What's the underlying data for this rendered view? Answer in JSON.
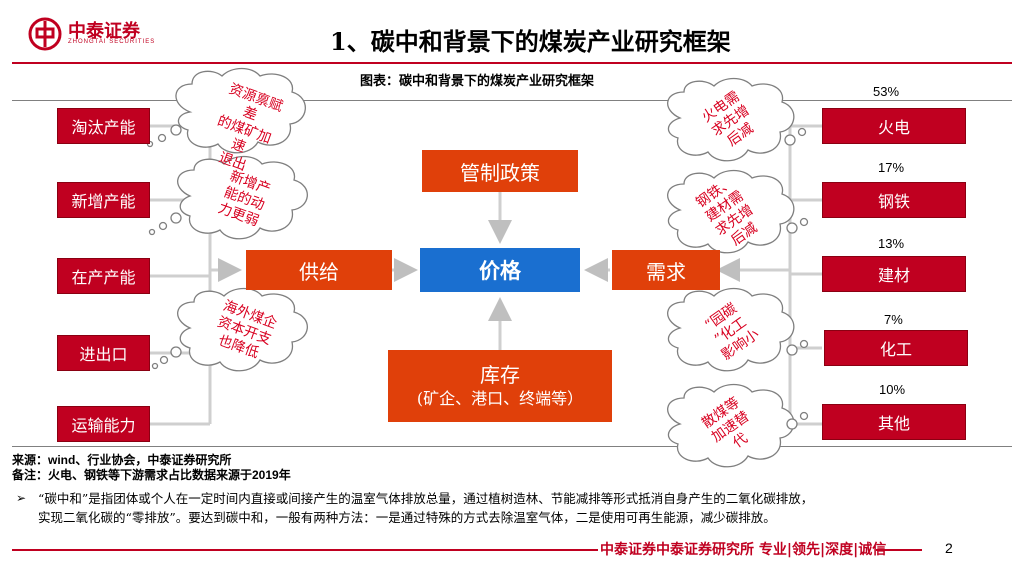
{
  "header": {
    "logo_text": "中泰证券",
    "logo_sub": "ZHONGTAI SECURITIES",
    "title": "1、碳中和背景下的煤炭产业研究框架"
  },
  "figure_caption": "图表：碳中和背景下的煤炭产业研究框架",
  "supply_side": {
    "items": [
      "淘汰产能",
      "新增产能",
      "在产产能",
      "进出口",
      "运输能力"
    ],
    "hub": "供给"
  },
  "center": {
    "policy": "管制政策",
    "price": "价格",
    "inventory_line1": "库存",
    "inventory_line2": "(矿企、港口、终端等）"
  },
  "demand_side": {
    "hub": "需求",
    "items": [
      {
        "label": "火电",
        "pct": "53%"
      },
      {
        "label": "钢铁",
        "pct": "17%"
      },
      {
        "label": "建材",
        "pct": "13%"
      },
      {
        "label": "化工",
        "pct": "7%"
      },
      {
        "label": "其他",
        "pct": "10%"
      }
    ]
  },
  "clouds_left": [
    {
      "lines": [
        "资源禀赋差",
        "的煤矿加速",
        "退出"
      ]
    },
    {
      "lines": [
        "新增产",
        "能的动",
        "力更弱"
      ]
    },
    {
      "lines": [
        "海外煤企",
        "资本开支",
        "也降低"
      ]
    }
  ],
  "clouds_right": [
    {
      "lines": [
        "火电需",
        "求先增",
        "后减"
      ]
    },
    {
      "lines": [
        "钢铁、",
        "建材需",
        "求先增",
        "后减"
      ]
    },
    {
      "lines": [
        "“园碳",
        "”化工",
        "影响小"
      ]
    },
    {
      "lines": [
        "散煤等",
        "加速替",
        "代"
      ]
    }
  ],
  "notes": {
    "source": "来源：wind、行业协会，中泰证券研究所",
    "remark": "备注：火电、钢铁等下游需求占比数据来源于2019年"
  },
  "bullet": {
    "marker": "➢",
    "line1": "“碳中和”是指团体或个人在一定时间内直接或间接产生的温室气体排放总量，通过植树造林、节能减排等形式抵消自身产生的二氧化碳排放，",
    "line2": "实现二氧化碳的“零排放”。要达到碳中和，一般有两种方法：一是通过特殊的方式去除温室气体，二是使用可再生能源，减少碳排放。"
  },
  "footer": {
    "slogan_org": "中泰证券研究所",
    "slogan_1": "专业",
    "slogan_2": "领先",
    "slogan_3": "深度",
    "slogan_4": "诚信",
    "page": "2"
  },
  "colors": {
    "brand_red": "#c00020",
    "orange": "#e0400a",
    "blue": "#1a6fd0",
    "cloud_text": "#d80020"
  }
}
